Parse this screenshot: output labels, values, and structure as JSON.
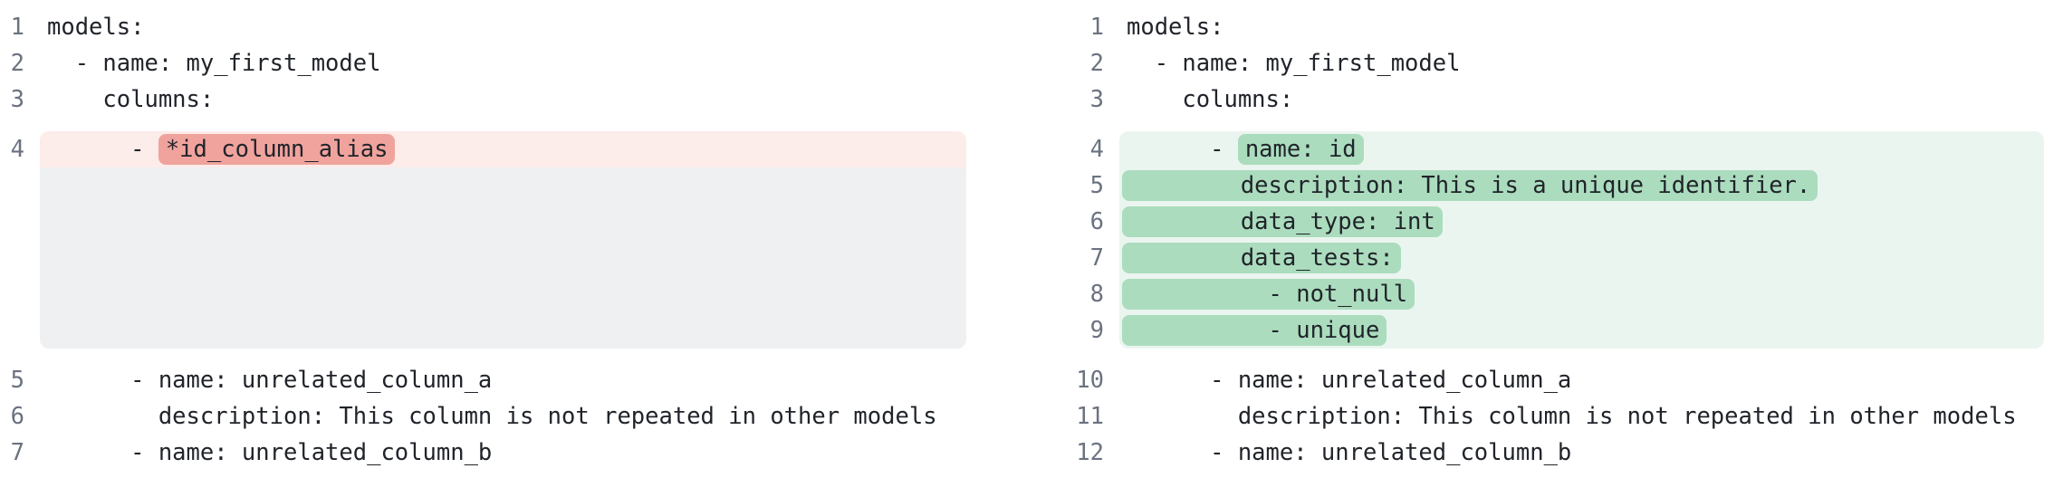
{
  "diff": {
    "left": {
      "blocks": [
        {
          "kind": "plain",
          "lines": [
            {
              "num": "1",
              "text": "models:"
            },
            {
              "num": "2",
              "text": "  - name: my_first_model"
            },
            {
              "num": "3",
              "text": "    columns:"
            }
          ]
        },
        {
          "kind": "removed",
          "lines": [
            {
              "num": "4",
              "prefix": "      - ",
              "token": "*id_column_alias",
              "full": false
            }
          ],
          "spacer_rows": 5
        },
        {
          "kind": "plain",
          "lines": [
            {
              "num": "5",
              "text": "      - name: unrelated_column_a"
            },
            {
              "num": "6",
              "text": "        description: This column is not repeated in other models"
            },
            {
              "num": "7",
              "text": "      - name: unrelated_column_b"
            }
          ]
        }
      ]
    },
    "right": {
      "blocks": [
        {
          "kind": "plain",
          "lines": [
            {
              "num": "1",
              "text": "models:"
            },
            {
              "num": "2",
              "text": "  - name: my_first_model"
            },
            {
              "num": "3",
              "text": "    columns:"
            }
          ]
        },
        {
          "kind": "added",
          "lines": [
            {
              "num": "4",
              "prefix": "      - ",
              "token": "name: id",
              "full": false
            },
            {
              "num": "5",
              "prefix": "",
              "token": "        description: This is a unique identifier.",
              "full": true
            },
            {
              "num": "6",
              "prefix": "",
              "token": "        data_type: int",
              "full": true
            },
            {
              "num": "7",
              "prefix": "",
              "token": "        data_tests:",
              "full": true
            },
            {
              "num": "8",
              "prefix": "",
              "token": "          - not_null",
              "full": true
            },
            {
              "num": "9",
              "prefix": "",
              "token": "          - unique",
              "full": true
            }
          ],
          "spacer_rows": 0
        },
        {
          "kind": "plain",
          "lines": [
            {
              "num": "10",
              "text": "      - name: unrelated_column_a"
            },
            {
              "num": "11",
              "text": "        description: This column is not repeated in other models"
            },
            {
              "num": "12",
              "text": "      - name: unrelated_column_b"
            }
          ]
        }
      ]
    },
    "colors": {
      "removed_line_bg": "#fcecea",
      "removed_token_bg": "#f0a39d",
      "added_line_bg": "#ebf5ef",
      "added_token_bg": "#abdcbe",
      "spacer_bg": "#eef0f1",
      "line_number": "#6b7280",
      "code_text": "#20242a"
    }
  }
}
